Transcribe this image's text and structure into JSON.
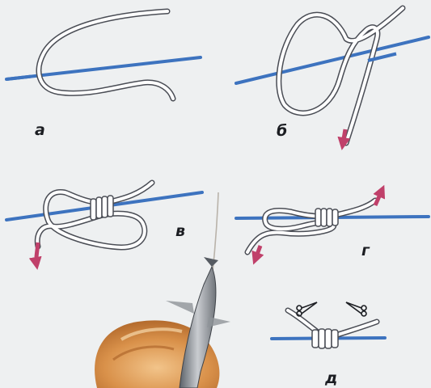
{
  "diagram": {
    "steps": [
      {
        "id": "a",
        "label": "а"
      },
      {
        "id": "b",
        "label": "б"
      },
      {
        "id": "v",
        "label": "в"
      },
      {
        "id": "g",
        "label": "г"
      },
      {
        "id": "d",
        "label": "д"
      }
    ],
    "colors": {
      "background": "#eef0f1",
      "line": "#3d73bf",
      "rope": "#ffffff",
      "rope_outline": "#4a4d55",
      "arrow": "#c0406a",
      "label": "#1b1d22"
    },
    "icons": [
      "scissors-icon",
      "scissors-icon",
      "arrow-down-icon",
      "arrow-up-icon",
      "fish-image",
      "child-hair-image"
    ]
  }
}
